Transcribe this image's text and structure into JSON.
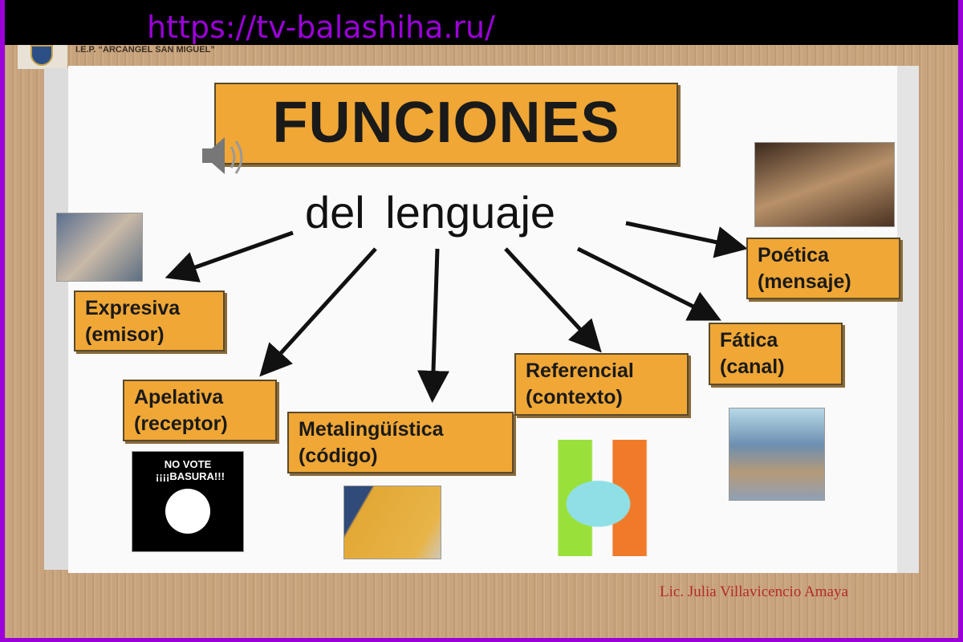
{
  "watermark_url": "https://tv-balashiha.ru/",
  "school": "I.E.P. “ARCANGEL SAN MIGUEL”",
  "title": "FUNCIONES",
  "subtitle": "del lenguaje",
  "functions": [
    {
      "name": "Expresiva",
      "detail": "(emisor)"
    },
    {
      "name": "Apelativa",
      "detail": "(receptor)"
    },
    {
      "name": "Metalingüística",
      "detail": "(código)"
    },
    {
      "name": "Referencial",
      "detail": "(contexto)"
    },
    {
      "name": "Fática",
      "detail": "(canal)"
    },
    {
      "name": "Poética",
      "detail": "(mensaje)"
    }
  ],
  "poster_text": "NO VOTE ¡¡¡¡BASURA!!!",
  "author": "Lic. Julia Villavicencio Amaya",
  "colors": {
    "box": "#f0a736",
    "watermark": "#9b00d9",
    "author": "#b42a2a"
  }
}
